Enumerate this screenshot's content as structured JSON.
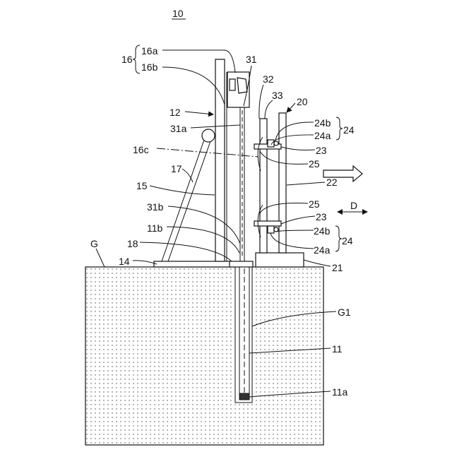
{
  "figure": {
    "ref_main": "10",
    "labels": {
      "l16": "16",
      "l16a": "16a",
      "l16b": "16b",
      "l31": "31",
      "l32": "32",
      "l33": "33",
      "l20": "20",
      "l12": "12",
      "l31a": "31a",
      "l24b_top": "24b",
      "l24a_top": "24a",
      "l24_top": "24",
      "l16c": "16c",
      "l23_top": "23",
      "l25_top": "25",
      "l17": "17",
      "l22": "22",
      "l15": "15",
      "l25_bot": "25",
      "lD": "D",
      "l31b": "31b",
      "l23_bot": "23",
      "l11b": "11b",
      "l24b_bot": "24b",
      "l24_bot": "24",
      "l18": "18",
      "l24a_bot": "24a",
      "lG": "G",
      "l14": "14",
      "l21": "21",
      "lG1": "G1",
      "l11": "11",
      "l11a": "11a"
    }
  }
}
